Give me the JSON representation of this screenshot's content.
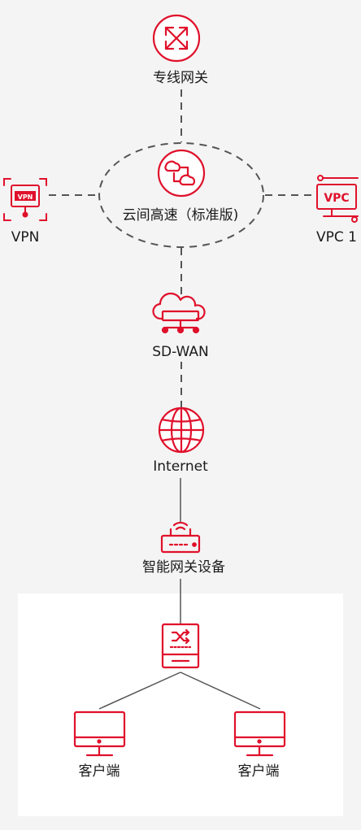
{
  "colors": {
    "accent": "#e0102b",
    "line": "#555555",
    "dashed": "#555555",
    "panel": "#ffffff",
    "background": "#f4f4f4"
  },
  "nodes": {
    "dedicated_gateway": {
      "label": "专线网关",
      "icon": "router-icon"
    },
    "ccn": {
      "label": "云间高速（标准版)",
      "icon": "cloud-connect-icon"
    },
    "vpn": {
      "label": "VPN",
      "icon": "vpn-icon",
      "badge": "VPN"
    },
    "vpc": {
      "label": "VPC 1",
      "icon": "vpc-icon",
      "badge": "VPC"
    },
    "sdwan": {
      "label": "SD-WAN",
      "icon": "sdwan-cloud-icon"
    },
    "internet": {
      "label": "Internet",
      "icon": "globe-icon"
    },
    "smart_gateway": {
      "label": "智能网关设备",
      "icon": "gateway-device-icon"
    },
    "switch": {
      "label": "",
      "icon": "switch-icon"
    },
    "client_left": {
      "label": "客户端",
      "icon": "monitor-icon"
    },
    "client_right": {
      "label": "客户端",
      "icon": "monitor-icon"
    }
  }
}
